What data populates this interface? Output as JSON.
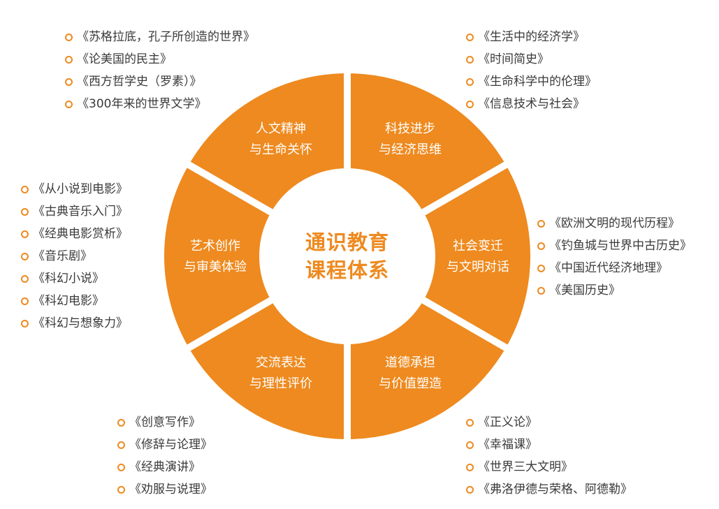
{
  "colors": {
    "accent": "#ee8a1f",
    "text": "#3a3a3a"
  },
  "center": {
    "line1": "通识教育",
    "line2": "课程体系"
  },
  "segments": [
    {
      "line1": "人文精神",
      "line2": "与生命关怀",
      "books": [
        "《苏格拉底，孔子所创造的世界》",
        "《论美国的民主》",
        "《西方哲学史（罗素）》",
        "《300年来的世界文学》"
      ]
    },
    {
      "line1": "科技进步",
      "line2": "与经济思维",
      "books": [
        "《生活中的经济学》",
        "《时间简史》",
        "《生命科学中的伦理》",
        "《信息技术与社会》"
      ]
    },
    {
      "line1": "社会变迁",
      "line2": "与文明对话",
      "books": [
        "《欧洲文明的现代历程》",
        "《钓鱼城与世界中古历史》",
        "《中国近代经济地理》",
        "《美国历史》"
      ]
    },
    {
      "line1": "道德承担",
      "line2": "与价值塑造",
      "books": [
        "《正义论》",
        "《幸福课》",
        "《世界三大文明》",
        "《弗洛伊德与荣格、阿德勒》"
      ]
    },
    {
      "line1": "交流表达",
      "line2": "与理性评价",
      "books": [
        "《创意写作》",
        "《修辞与论理》",
        "《经典演讲》",
        "《劝服与说理》"
      ]
    },
    {
      "line1": "艺术创作",
      "line2": "与审美体验",
      "books": [
        "《从小说到电影》",
        "《古典音乐入门》",
        "《经典电影赏析》",
        "《音乐剧》",
        "《科幻小说》",
        "《科幻电影》",
        "《科幻与想象力》"
      ]
    }
  ]
}
